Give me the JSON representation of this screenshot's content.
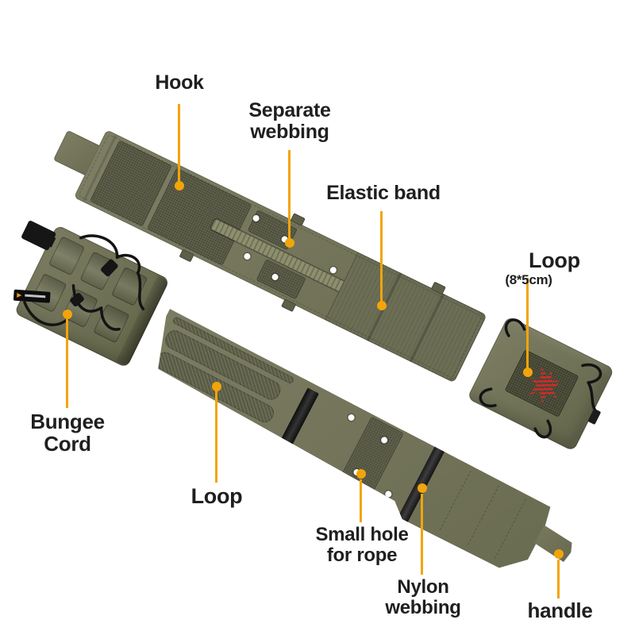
{
  "colors": {
    "accent": "#F2A50A",
    "ink": "#1F1F1F",
    "olive": "#74765B",
    "olive_dark": "#60624C",
    "webbing_light": "#8D8F6E",
    "hardware_black": "#161616",
    "logo_red": "#CE2B2B",
    "snap_white": "#FFFFFF",
    "page_bg": "#FFFFFF"
  },
  "annotations": {
    "hook": {
      "label": "Hook"
    },
    "separate_webbing": {
      "label": "Separate\nwebbing"
    },
    "elastic_band": {
      "label": "Elastic band"
    },
    "loop_pouch": {
      "label": "Loop",
      "size_note": "(8*5cm)"
    },
    "bungee_cord": {
      "label": "Bungee\nCord"
    },
    "loop_belt": {
      "label": "Loop"
    },
    "small_hole": {
      "label": "Small hole\nfor rope"
    },
    "nylon_webbing": {
      "label": "Nylon\nwebbing"
    },
    "handle": {
      "label": "handle"
    }
  }
}
